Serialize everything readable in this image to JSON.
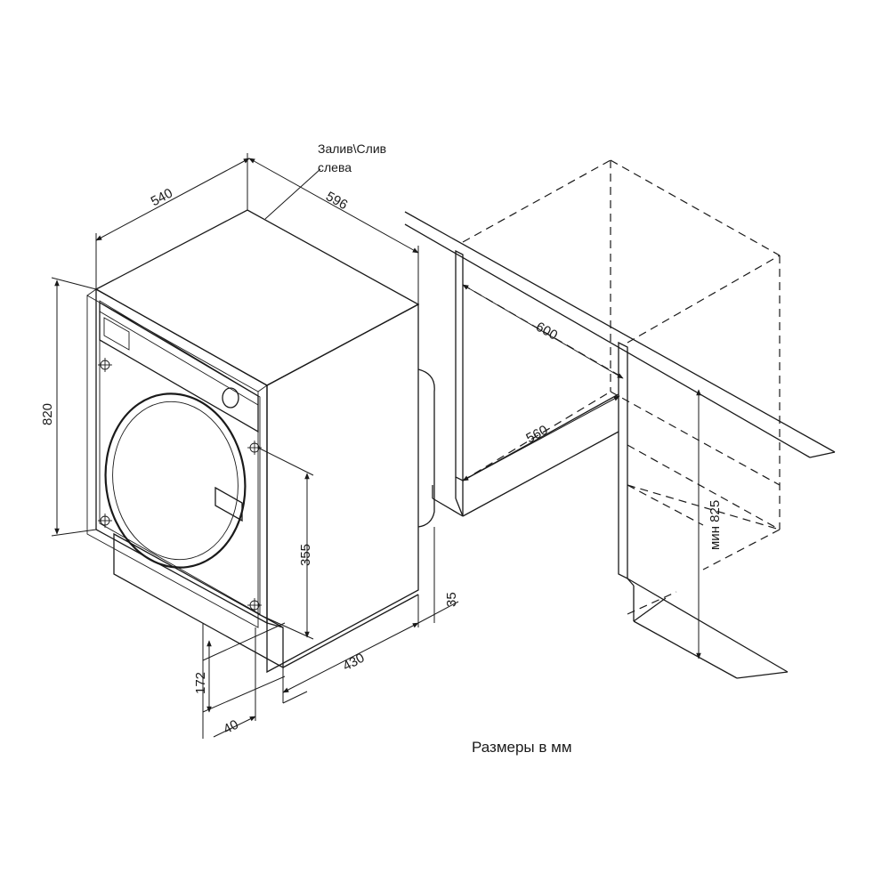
{
  "diagram": {
    "note_line1": "Залив\\Слив",
    "note_line2": "слева",
    "caption": "Размеры в мм",
    "dimensions": {
      "width": "540",
      "depth": "596",
      "height": "820",
      "door_height": "355",
      "door_offset": "172",
      "foot_offset": "40",
      "door_depth": "430",
      "plinth_recess": "35",
      "cabinet_depth": "600",
      "niche_depth": "560",
      "min_height": "мин 825"
    }
  }
}
